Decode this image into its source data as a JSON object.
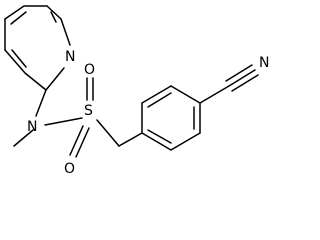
{
  "molecule": {
    "atoms": {
      "pyridine_n": "N",
      "amide_n": "N",
      "sulfur": "S",
      "oxygen_left": "O",
      "oxygen_bottom": "O",
      "nitrile_n": "N"
    }
  }
}
